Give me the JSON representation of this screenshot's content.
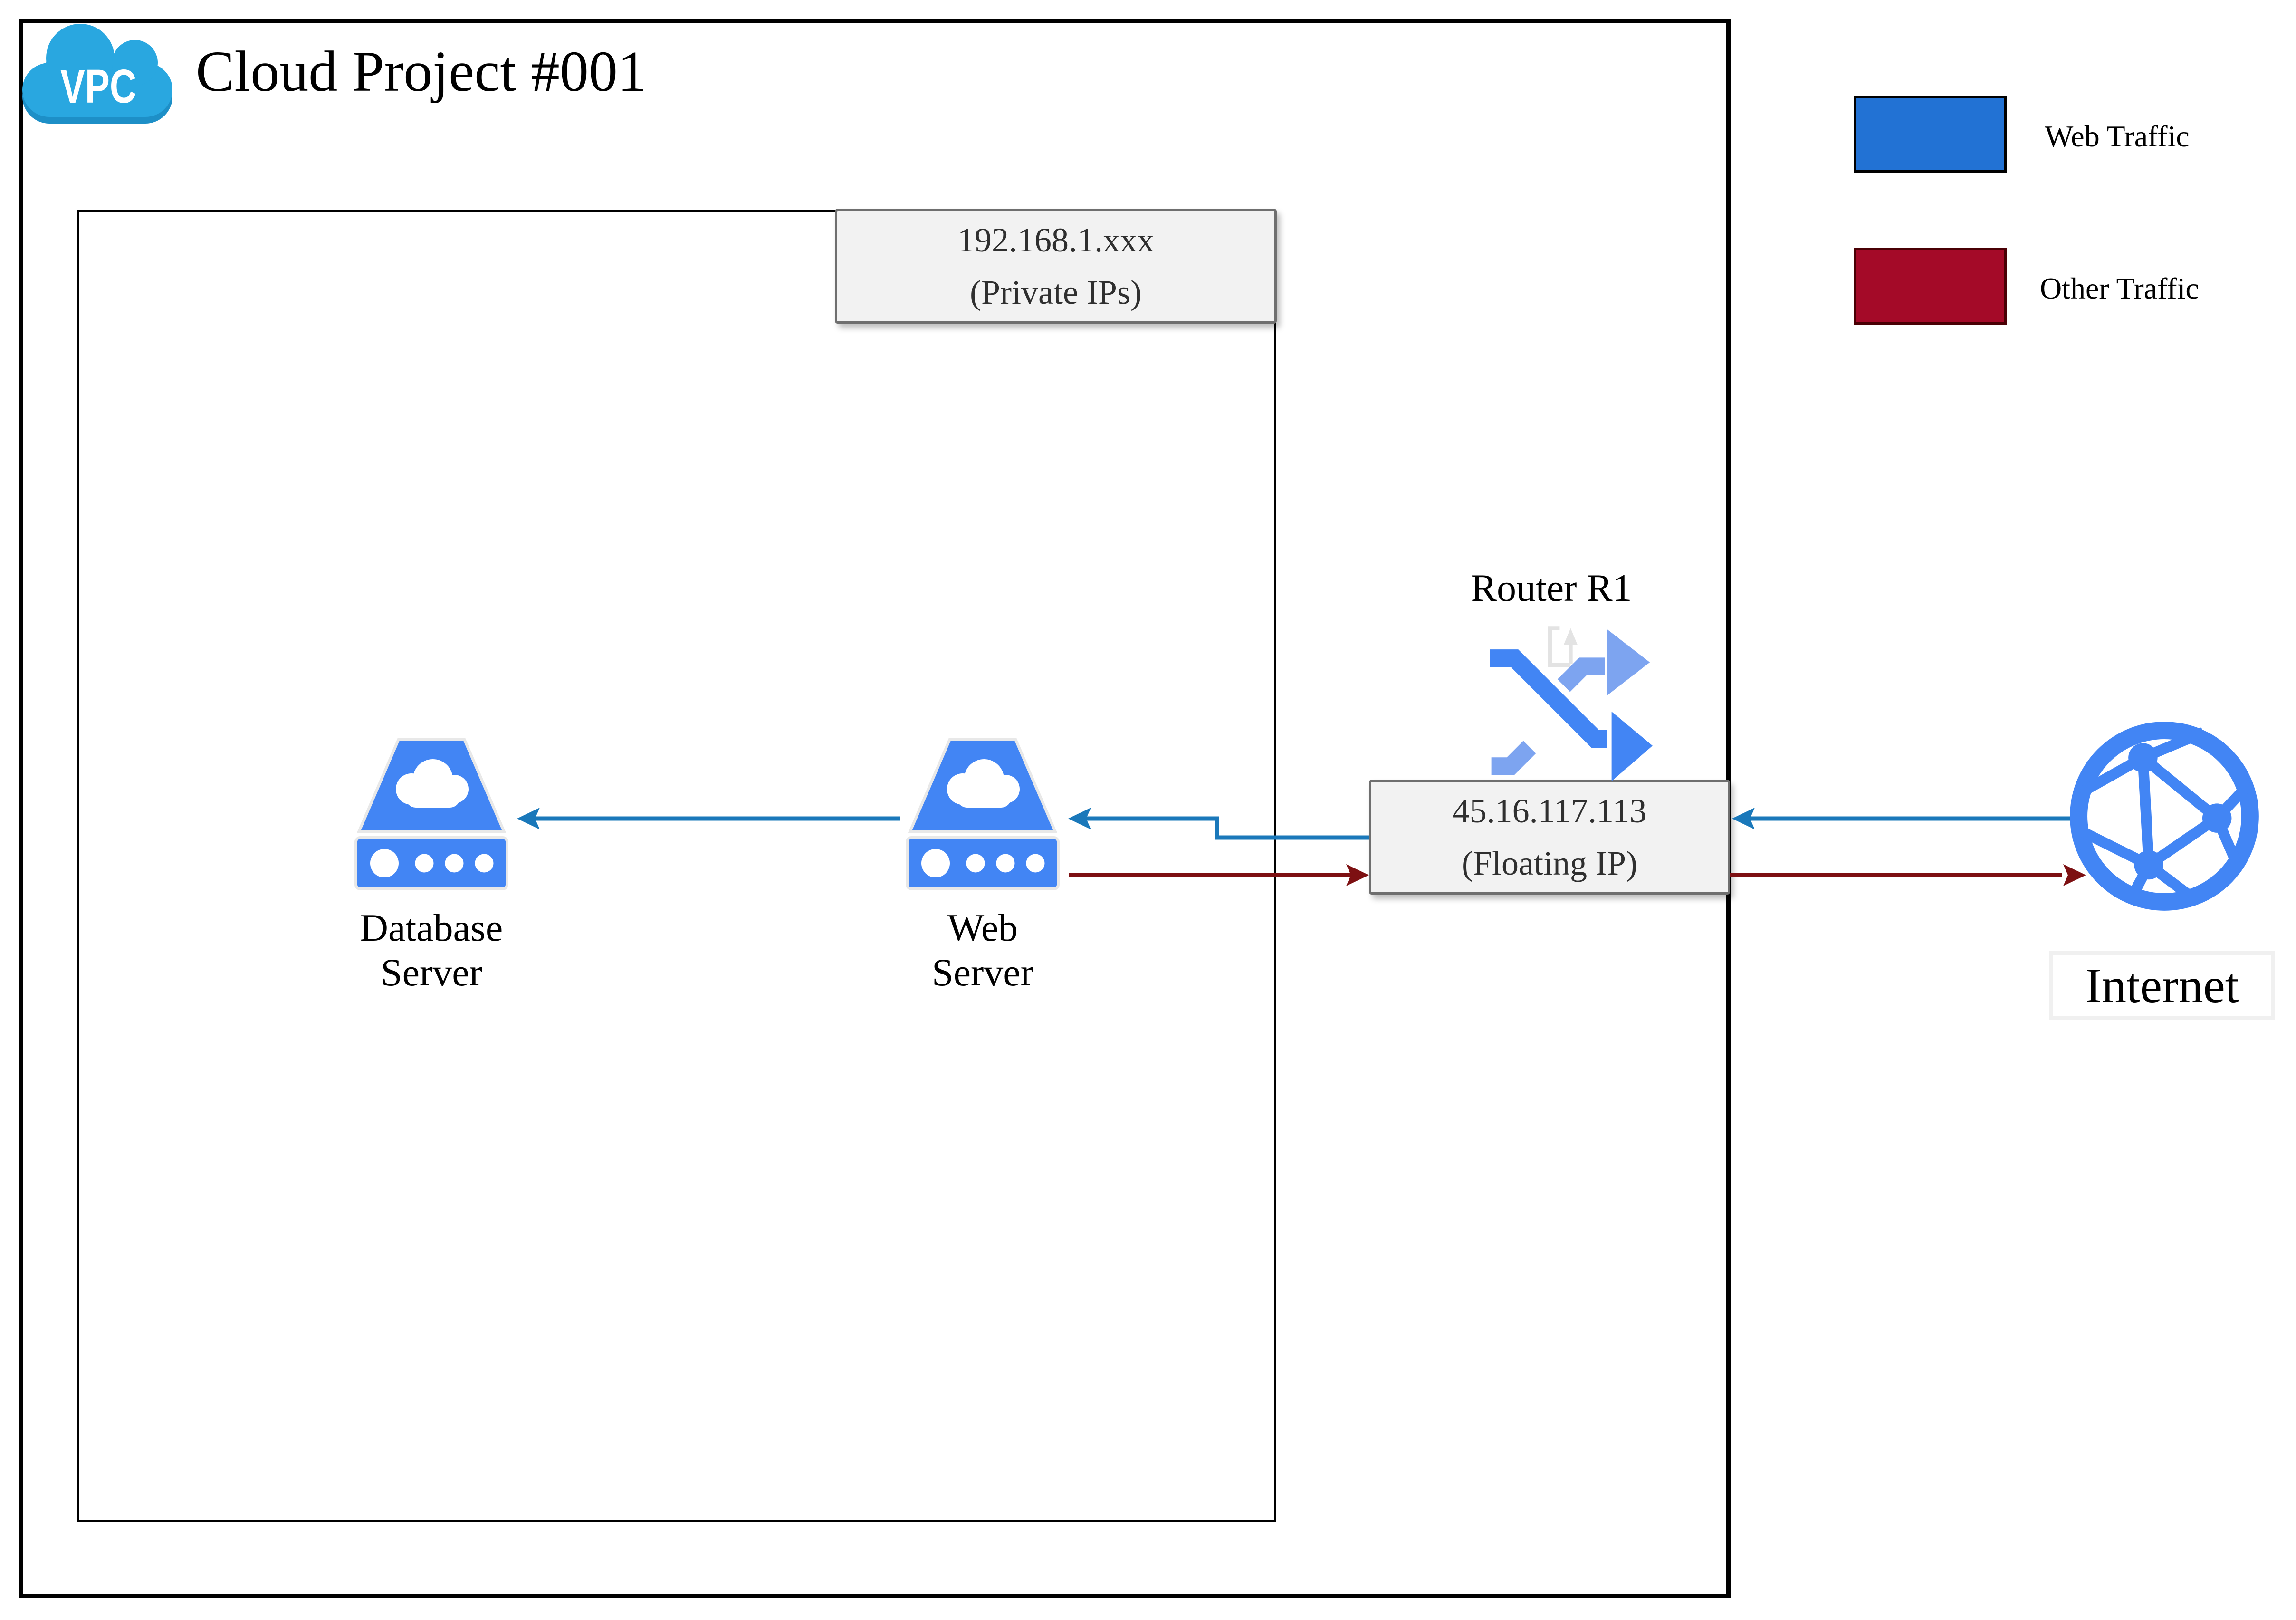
{
  "title": "Cloud Project #001",
  "vpc_badge": "VPC",
  "legend": {
    "web": {
      "label": "Web Traffic",
      "color": "#2272d4"
    },
    "other": {
      "label": "Other Traffic",
      "color": "#a40a28"
    }
  },
  "private_network_label": {
    "line1": "192.168.1.xxx",
    "line2": "(Private IPs)"
  },
  "floating_ip_label": {
    "line1": "45.16.117.113",
    "line2": "(Floating IP)"
  },
  "nodes": {
    "database_server": {
      "line1": "Database",
      "line2": "Server"
    },
    "web_server": {
      "line1": "Web",
      "line2": "Server"
    },
    "router": {
      "label": "Router R1"
    },
    "internet": {
      "label": "Internet"
    }
  },
  "colors": {
    "web_traffic_line": "#1a78ba",
    "other_traffic_line": "#7d1012",
    "legend_web": "#2272d4",
    "legend_other": "#a40a28",
    "node_blue": "#4285f4",
    "node_blue_light": "#7da4f0",
    "vpc_cloud_blue": "#29a7e0",
    "note_background": "#f2f2f2"
  }
}
